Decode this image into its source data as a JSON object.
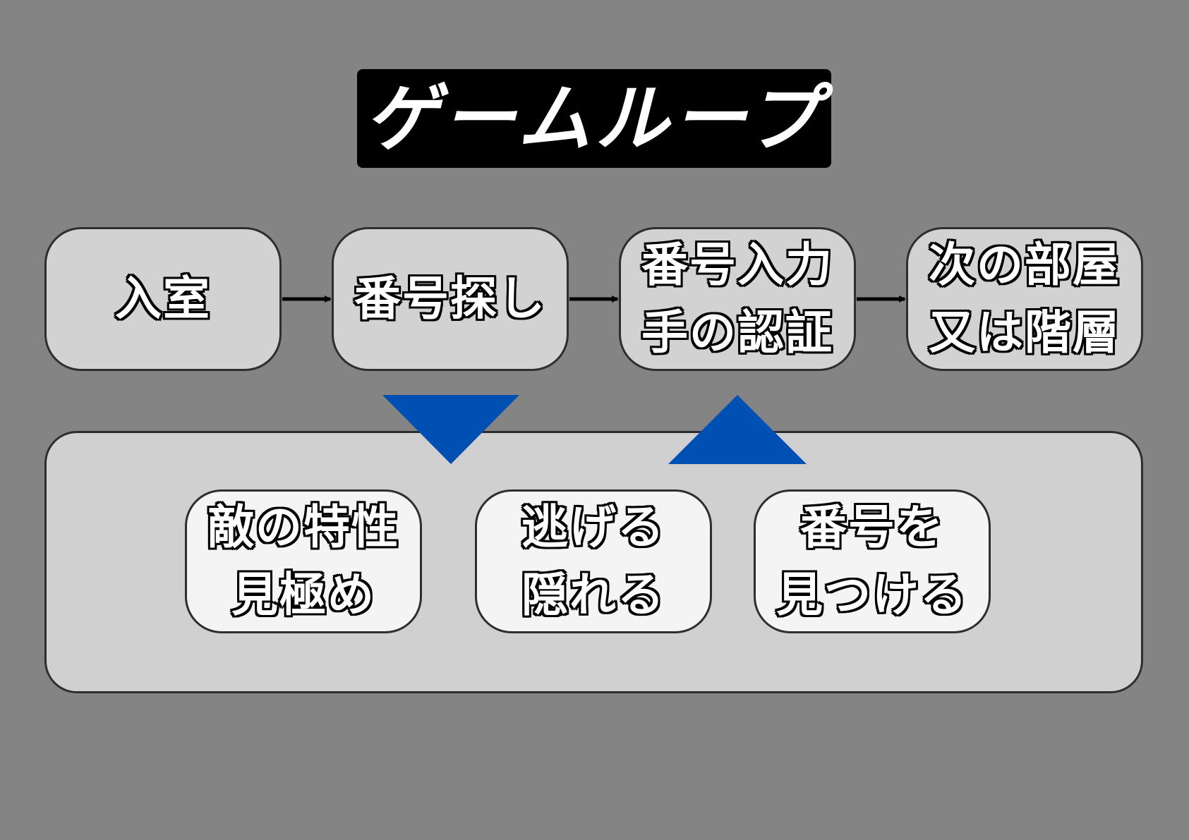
{
  "title": "ゲームループ",
  "steps": [
    {
      "lines": [
        "入室"
      ]
    },
    {
      "lines": [
        "番号探し"
      ]
    },
    {
      "lines": [
        "番号入力",
        "手の認証"
      ]
    },
    {
      "lines": [
        "次の部屋",
        "又は階層"
      ]
    }
  ],
  "sub_steps": [
    {
      "lines": [
        "敵の特性",
        "見極め"
      ]
    },
    {
      "lines": [
        "逃げる",
        "隠れる"
      ]
    },
    {
      "lines": [
        "番号を",
        "見つける"
      ]
    }
  ],
  "colors": {
    "background": "#848484",
    "step_fill": "#d2d2d2",
    "sub_fill": "#f4f4f4",
    "panel_fill": "#d0d0d0",
    "triangle": "#0050b4",
    "outline": "#2e2e2e",
    "title_bg": "#000000",
    "label_text": "#ffffff"
  },
  "connectors": {
    "main_flow": "arrow",
    "down_triangle_under_step": 1,
    "up_triangle_under_step": 2
  }
}
